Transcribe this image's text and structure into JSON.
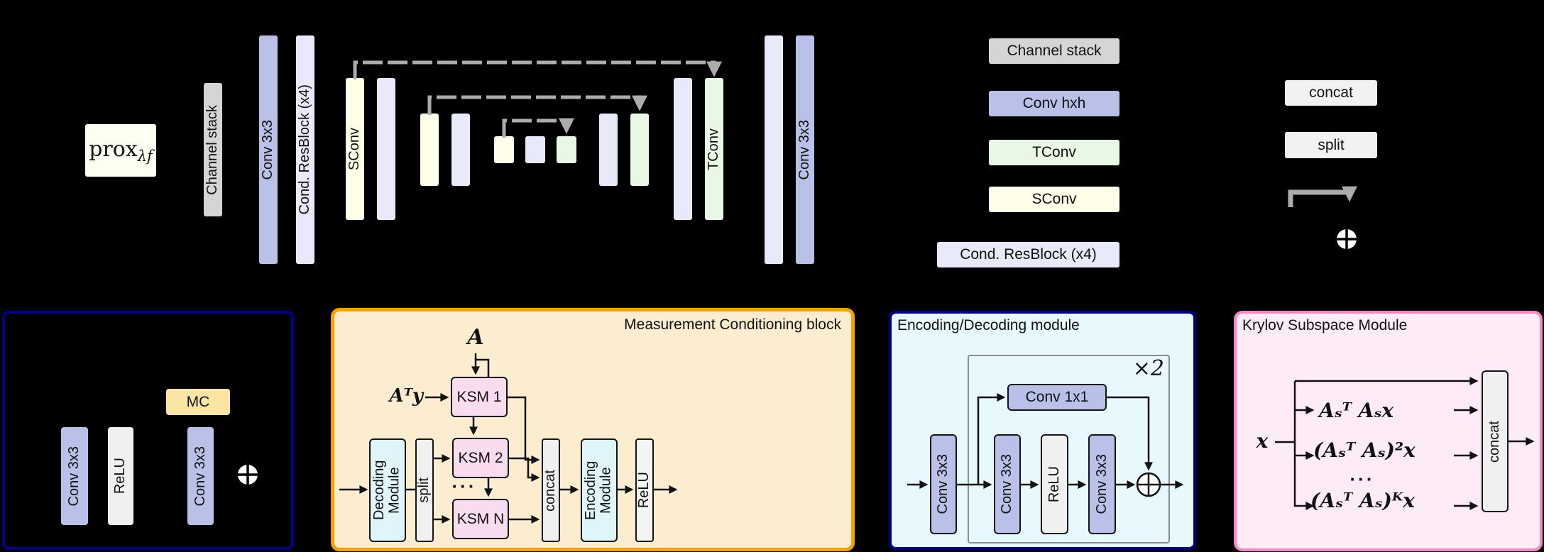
{
  "colors": {
    "background": "#000000",
    "conv_blue": "#B9C1E9",
    "resblock_lavender": "#E9EAF9",
    "tconv_green": "#E9F8E5",
    "sconv_ivory": "#FEFEE9",
    "stack_gray": "#D5D5D5",
    "io_gray": "#F0F0F0",
    "module_cyan": "#DFF5F9",
    "ksm_pink": "#FADCF0",
    "mc_yellow": "#FBE5A5",
    "orange_border": "#F5A201",
    "orange_fill": "#FCEDD1",
    "navy_border": "#00008B",
    "encdec_fill": "#E8F9FD",
    "krylov_border": "#F687C5",
    "krylov_fill": "#FDEBF7",
    "skip_gray": "#ACACAC"
  },
  "top_diagram": {
    "prox": {
      "base": "prox",
      "sub": "λf"
    },
    "channel_stack": "Channel stack",
    "conv_in": "Conv 3x3",
    "cond_resblock": "Cond. ResBlock (x4)",
    "sconv": "SConv",
    "tconv": "TConv",
    "conv_out": "Conv 3x3"
  },
  "legend": {
    "items": [
      {
        "label": "Channel stack",
        "color": "#D5D5D5"
      },
      {
        "label": "Conv hxh",
        "color": "#B9C1E9"
      },
      {
        "label": "TConv",
        "color": "#E9F8E5"
      },
      {
        "label": "SConv",
        "color": "#FEFEE9"
      },
      {
        "label": "Cond. ResBlock (x4)",
        "color": "#E9EAF9"
      }
    ],
    "concat": "concat",
    "split": "split"
  },
  "resblock_panel": {
    "conv1": "Conv 3x3",
    "relu": "ReLU",
    "mc": "MC",
    "conv2": "Conv 3x3"
  },
  "mc_block": {
    "title": "Measurement Conditioning block",
    "a_label": "A",
    "aty_label": "Aᵀy",
    "decoding": "Decoding Module",
    "split": "split",
    "ksm1": "KSM 1",
    "ksm2": "KSM 2",
    "dots": "···",
    "ksmn": "KSM N",
    "concat": "concat",
    "encoding": "Encoding Module",
    "relu": "ReLU"
  },
  "encdec_block": {
    "title": "Encoding/Decoding module",
    "times": "×2",
    "conv1x1": "Conv 1x1",
    "conv3x3_a": "Conv 3x3",
    "conv3x3_b": "Conv 3x3",
    "relu": "ReLU",
    "conv3x3_c": "Conv 3x3"
  },
  "krylov_block": {
    "title": "Krylov Subspace Module",
    "x_label": "x",
    "rows": [
      "Aₛᵀ Aₛx",
      "(Aₛᵀ Aₛ)²x",
      "(Aₛᵀ Aₛ)ᴷx"
    ],
    "dots": "···",
    "concat": "concat"
  }
}
